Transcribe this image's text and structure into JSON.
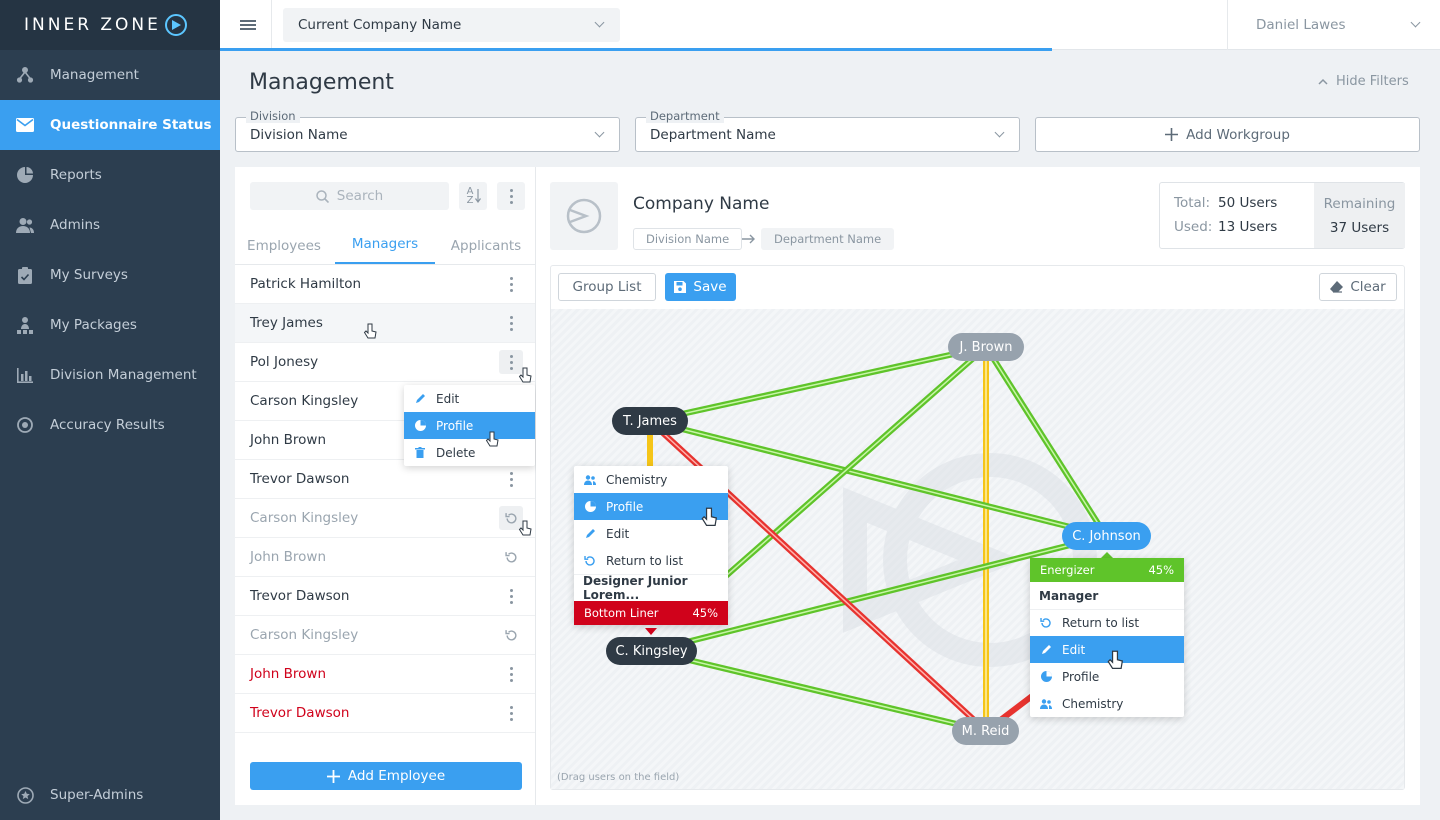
{
  "app": {
    "logo": "INNER ZONE"
  },
  "sidebar": {
    "items": [
      {
        "label": "Management",
        "icon": "org-chart-icon"
      },
      {
        "label": "Questionnaire Status",
        "icon": "envelope-icon",
        "active": true
      },
      {
        "label": "Reports",
        "icon": "pie-chart-icon"
      },
      {
        "label": "Admins",
        "icon": "users-icon"
      },
      {
        "label": "My Surveys",
        "icon": "clipboard-icon"
      },
      {
        "label": "My Packages",
        "icon": "hierarchy-icon"
      },
      {
        "label": "Division Management",
        "icon": "bar-chart-icon"
      },
      {
        "label": "Accuracy Results",
        "icon": "target-icon"
      }
    ],
    "footer": {
      "label": "Super-Admins",
      "icon": "star-icon"
    }
  },
  "topbar": {
    "company": "Current Company Name",
    "user": "Daniel Lawes"
  },
  "header": {
    "title": "Management",
    "hide_filters": "Hide Filters"
  },
  "filters": {
    "division": {
      "label": "Division",
      "value": "Division Name"
    },
    "department": {
      "label": "Department",
      "value": "Department Name"
    },
    "add_workgroup": "Add Workgroup"
  },
  "left": {
    "search_placeholder": "Search",
    "sort_label": "A Z",
    "tabs": [
      "Employees",
      "Managers",
      "Applicants"
    ],
    "rows": [
      {
        "name": "Patrick Hamilton",
        "style": "normal",
        "action": "more"
      },
      {
        "name": "Trey James",
        "style": "hover",
        "action": "more"
      },
      {
        "name": "Pol Jonesy",
        "style": "normal",
        "action": "more-open"
      },
      {
        "name": "Carson Kingsley",
        "style": "normal",
        "action": "none"
      },
      {
        "name": "John Brown",
        "style": "normal",
        "action": "none"
      },
      {
        "name": "Trevor Dawson",
        "style": "normal",
        "action": "more"
      },
      {
        "name": "Carson Kingsley",
        "style": "muted",
        "action": "undo-open"
      },
      {
        "name": "John Brown",
        "style": "muted",
        "action": "undo"
      },
      {
        "name": "Trevor Dawson",
        "style": "normal",
        "action": "more"
      },
      {
        "name": "Carson Kingsley",
        "style": "muted",
        "action": "undo"
      },
      {
        "name": "John Brown",
        "style": "red",
        "action": "more"
      },
      {
        "name": "Trevor Dawson",
        "style": "red",
        "action": "more"
      }
    ],
    "row_menu": [
      "Edit",
      "Profile",
      "Delete"
    ],
    "add_employee": "Add Employee"
  },
  "company": {
    "name": "Company Name",
    "division": "Division Name",
    "department": "Department Name",
    "stats": {
      "total_label": "Total:",
      "total_value": "50 Users",
      "used_label": "Used:",
      "used_value": "13 Users",
      "remaining_label": "Remaining",
      "remaining_value": "37 Users"
    }
  },
  "toolbar": {
    "group_list": "Group List",
    "save": "Save",
    "clear": "Clear"
  },
  "field": {
    "hint": "(Drag users on the field)",
    "nodes": [
      "J. Brown",
      "T. James",
      "C. Johnson",
      "C. Kingsley",
      "M. Reid"
    ],
    "menu_left": {
      "items": [
        "Chemistry",
        "Profile",
        "Edit",
        "Return to list"
      ],
      "role": "Designer Junior Lorem...",
      "badge_label": "Bottom Liner",
      "badge_value": "45%"
    },
    "menu_right": {
      "badge_label": "Energizer",
      "badge_value": "45%",
      "role": "Manager",
      "items": [
        "Return to list",
        "Edit",
        "Profile",
        "Chemistry"
      ]
    }
  },
  "colors": {
    "accent": "#3a9ff0",
    "sidebar": "#2c3e50",
    "positive": "#5fc42a",
    "negative": "#e7332f",
    "neutral": "#f5c518"
  }
}
